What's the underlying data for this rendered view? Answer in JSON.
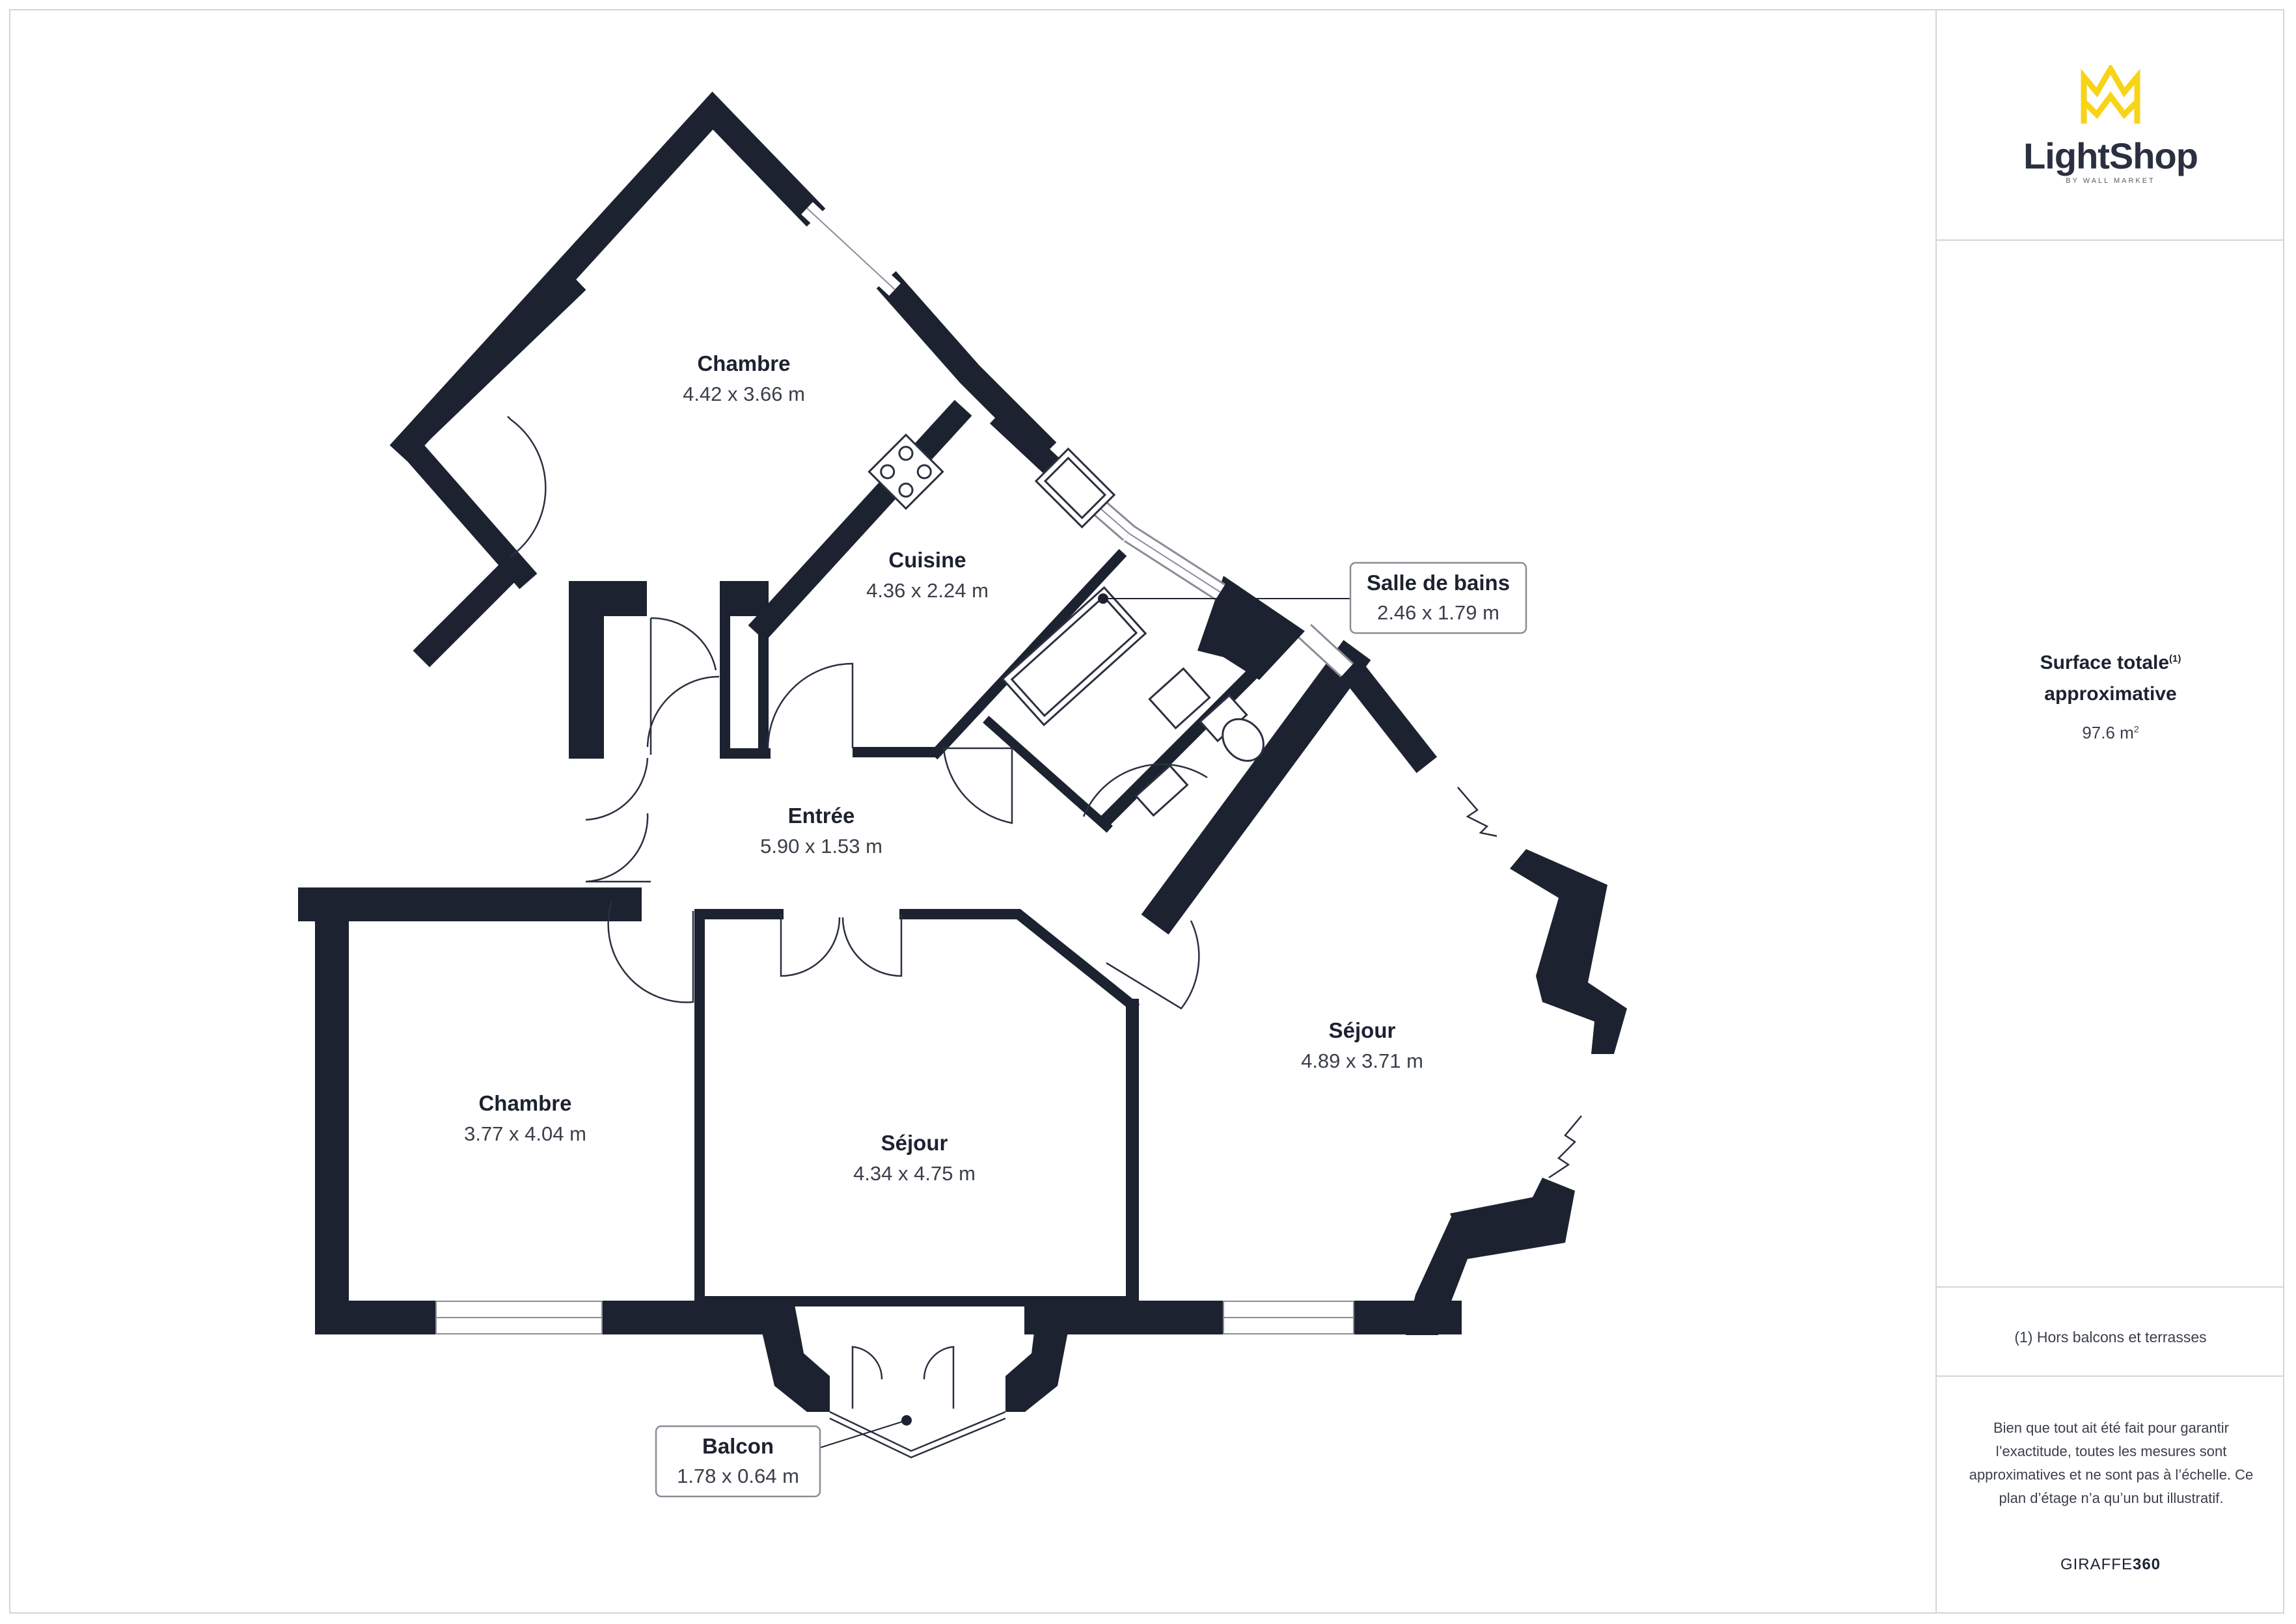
{
  "logo": {
    "name": "LightShop",
    "tagline": "BY WALL MARKET",
    "accent_color": "#f7d417"
  },
  "surface": {
    "title_line1": "Surface totale",
    "footnote_marker": "(1)",
    "title_line2": "approximative",
    "value": "97.6 m",
    "unit_exponent": "2"
  },
  "footnote": "(1) Hors balcons et terrasses",
  "disclaimer": "Bien que tout ait été fait pour garantir l’exactitude, toutes les mesures sont approximatives et ne sont pas à l’échelle. Ce plan d’étage n’a qu’un but illustratif.",
  "brand": {
    "prefix": "GIRAFFE",
    "suffix": "360"
  },
  "colors": {
    "wall": "#1c2230",
    "window_line": "#8a8d96",
    "text_dark": "#1c2230",
    "text_light": "#3a3f4b",
    "border": "#d3d5da"
  },
  "rooms": [
    {
      "name": "Chambre",
      "dims": "4.42 x 3.66 m"
    },
    {
      "name": "Cuisine",
      "dims": "4.36 x 2.24 m"
    },
    {
      "name": "Salle de bains",
      "dims": "2.46 x 1.79 m"
    },
    {
      "name": "Entrée",
      "dims": "5.90 x 1.53 m"
    },
    {
      "name": "Séjour",
      "dims": "4.89 x 3.71 m"
    },
    {
      "name": "Chambre",
      "dims": "3.77 x 4.04 m"
    },
    {
      "name": "Séjour",
      "dims": "4.34 x 4.75 m"
    },
    {
      "name": "Balcon",
      "dims": "1.78 x 0.64 m"
    }
  ]
}
